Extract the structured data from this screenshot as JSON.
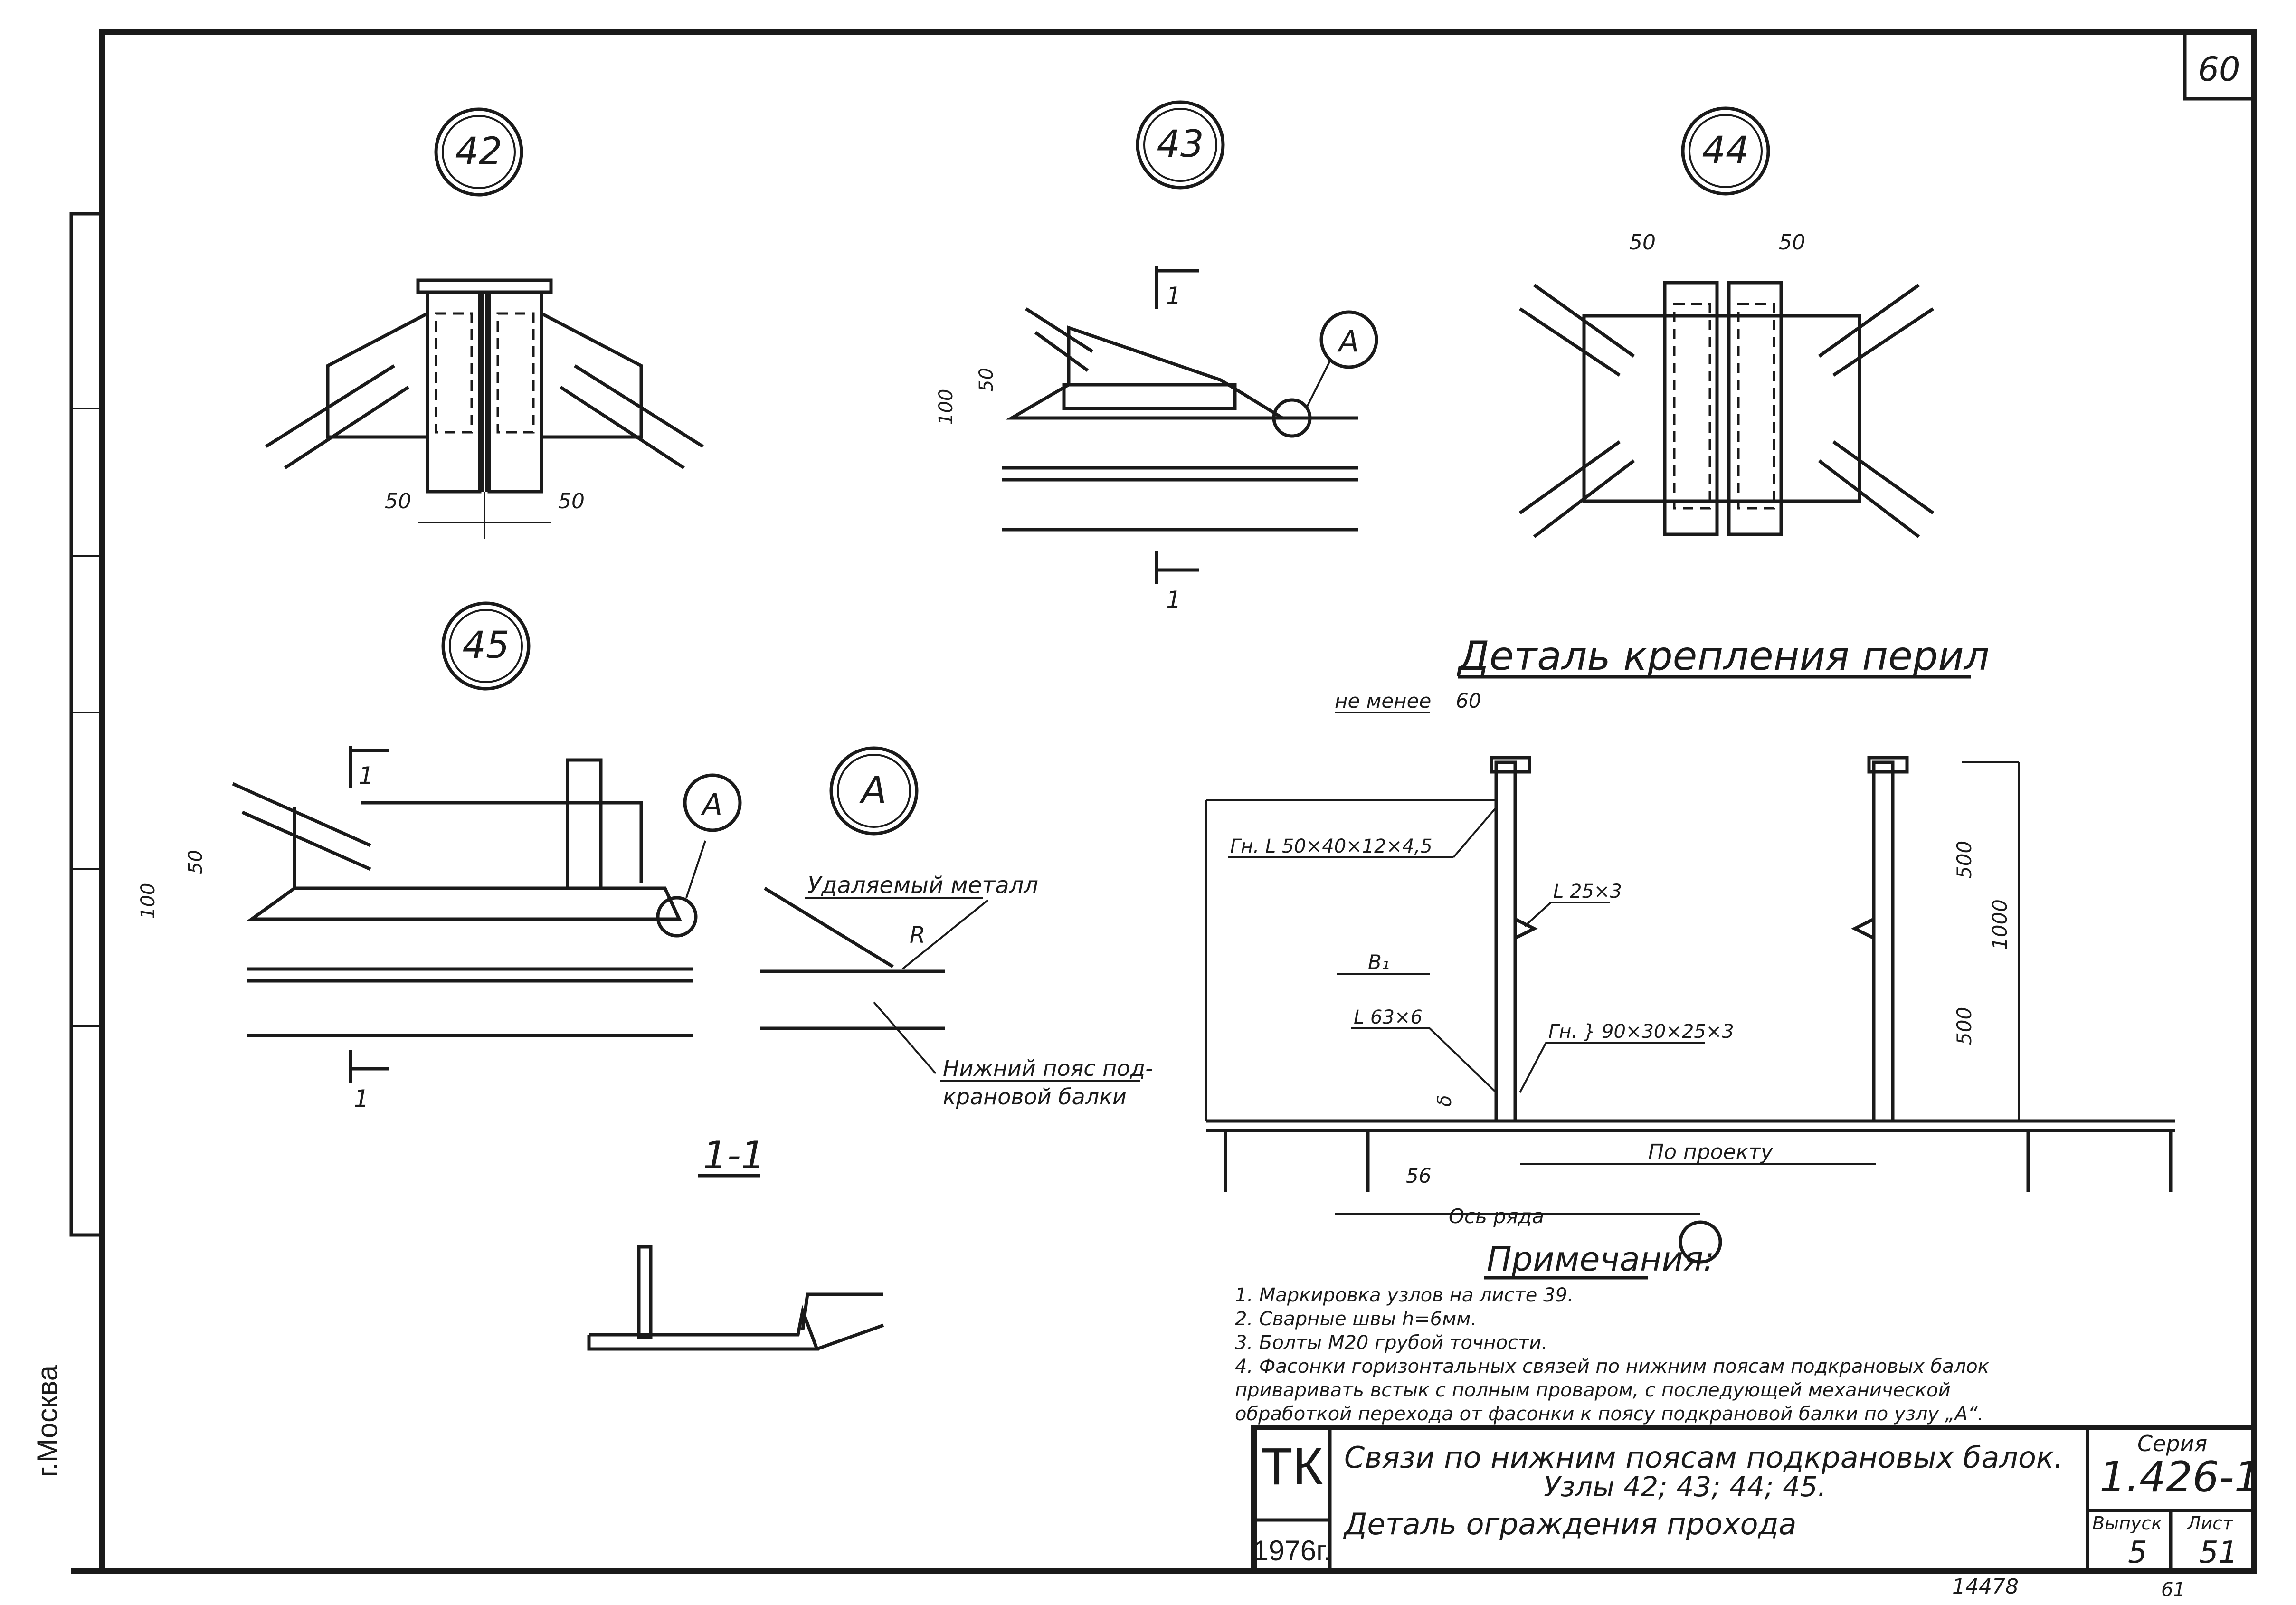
{
  "sheet": {
    "corner_number": "60",
    "city": "г.Москва",
    "bottom_code": "14478",
    "bottom_page": "61"
  },
  "nodes": {
    "n42": "42",
    "n43": "43",
    "n44": "44",
    "n45": "45",
    "callout_a": "А",
    "section_mark": "1",
    "section_title": "1-1"
  },
  "dims": {
    "d50": "50",
    "d100": "100",
    "d60": "60",
    "d500": "500",
    "d1000": "1000",
    "d56": "56",
    "d8": "δ",
    "b1": "B₁",
    "r": "R"
  },
  "labels": {
    "removed_metal": "Удаляемый металл",
    "lower_belt_1": "Нижний пояс под-",
    "lower_belt_2": "крановой балки",
    "not_less": "не менее",
    "angle_rail": "Гн. L 50×40×12×4,5",
    "angle_25": "L 25×3",
    "angle_63": "L 63×6",
    "angle_90": "Гн. } 90×30×25×3",
    "by_project": "По проекту",
    "axis_row": "Ось ряда"
  },
  "detail_title": "Деталь крепления перил",
  "notes": {
    "heading": "Примечания:",
    "items": [
      "1. Маркировка узлов на листе 39.",
      "2. Сварные швы h=6мм.",
      "3. Болты М20 грубой точности.",
      "4. Фасонки горизонтальных связей по нижним поясам подкрановых балок",
      "   приваривать встык с полным проваром, с последующей механической",
      "   обработкой перехода от фасонки к поясу подкрановой балки по узлу „А“."
    ]
  },
  "title_block": {
    "org": "ТК",
    "year": "1976г.",
    "title_line1": "Связи по нижним поясам подкрановых балок.",
    "title_line2": "Узлы 42; 43; 44; 45.",
    "title_line3": "Деталь ограждения прохода",
    "series_label": "Серия",
    "series_value": "1.426-1",
    "issue_label": "Выпуск",
    "issue_value": "5",
    "sheet_label": "Лист",
    "sheet_value": "51"
  }
}
